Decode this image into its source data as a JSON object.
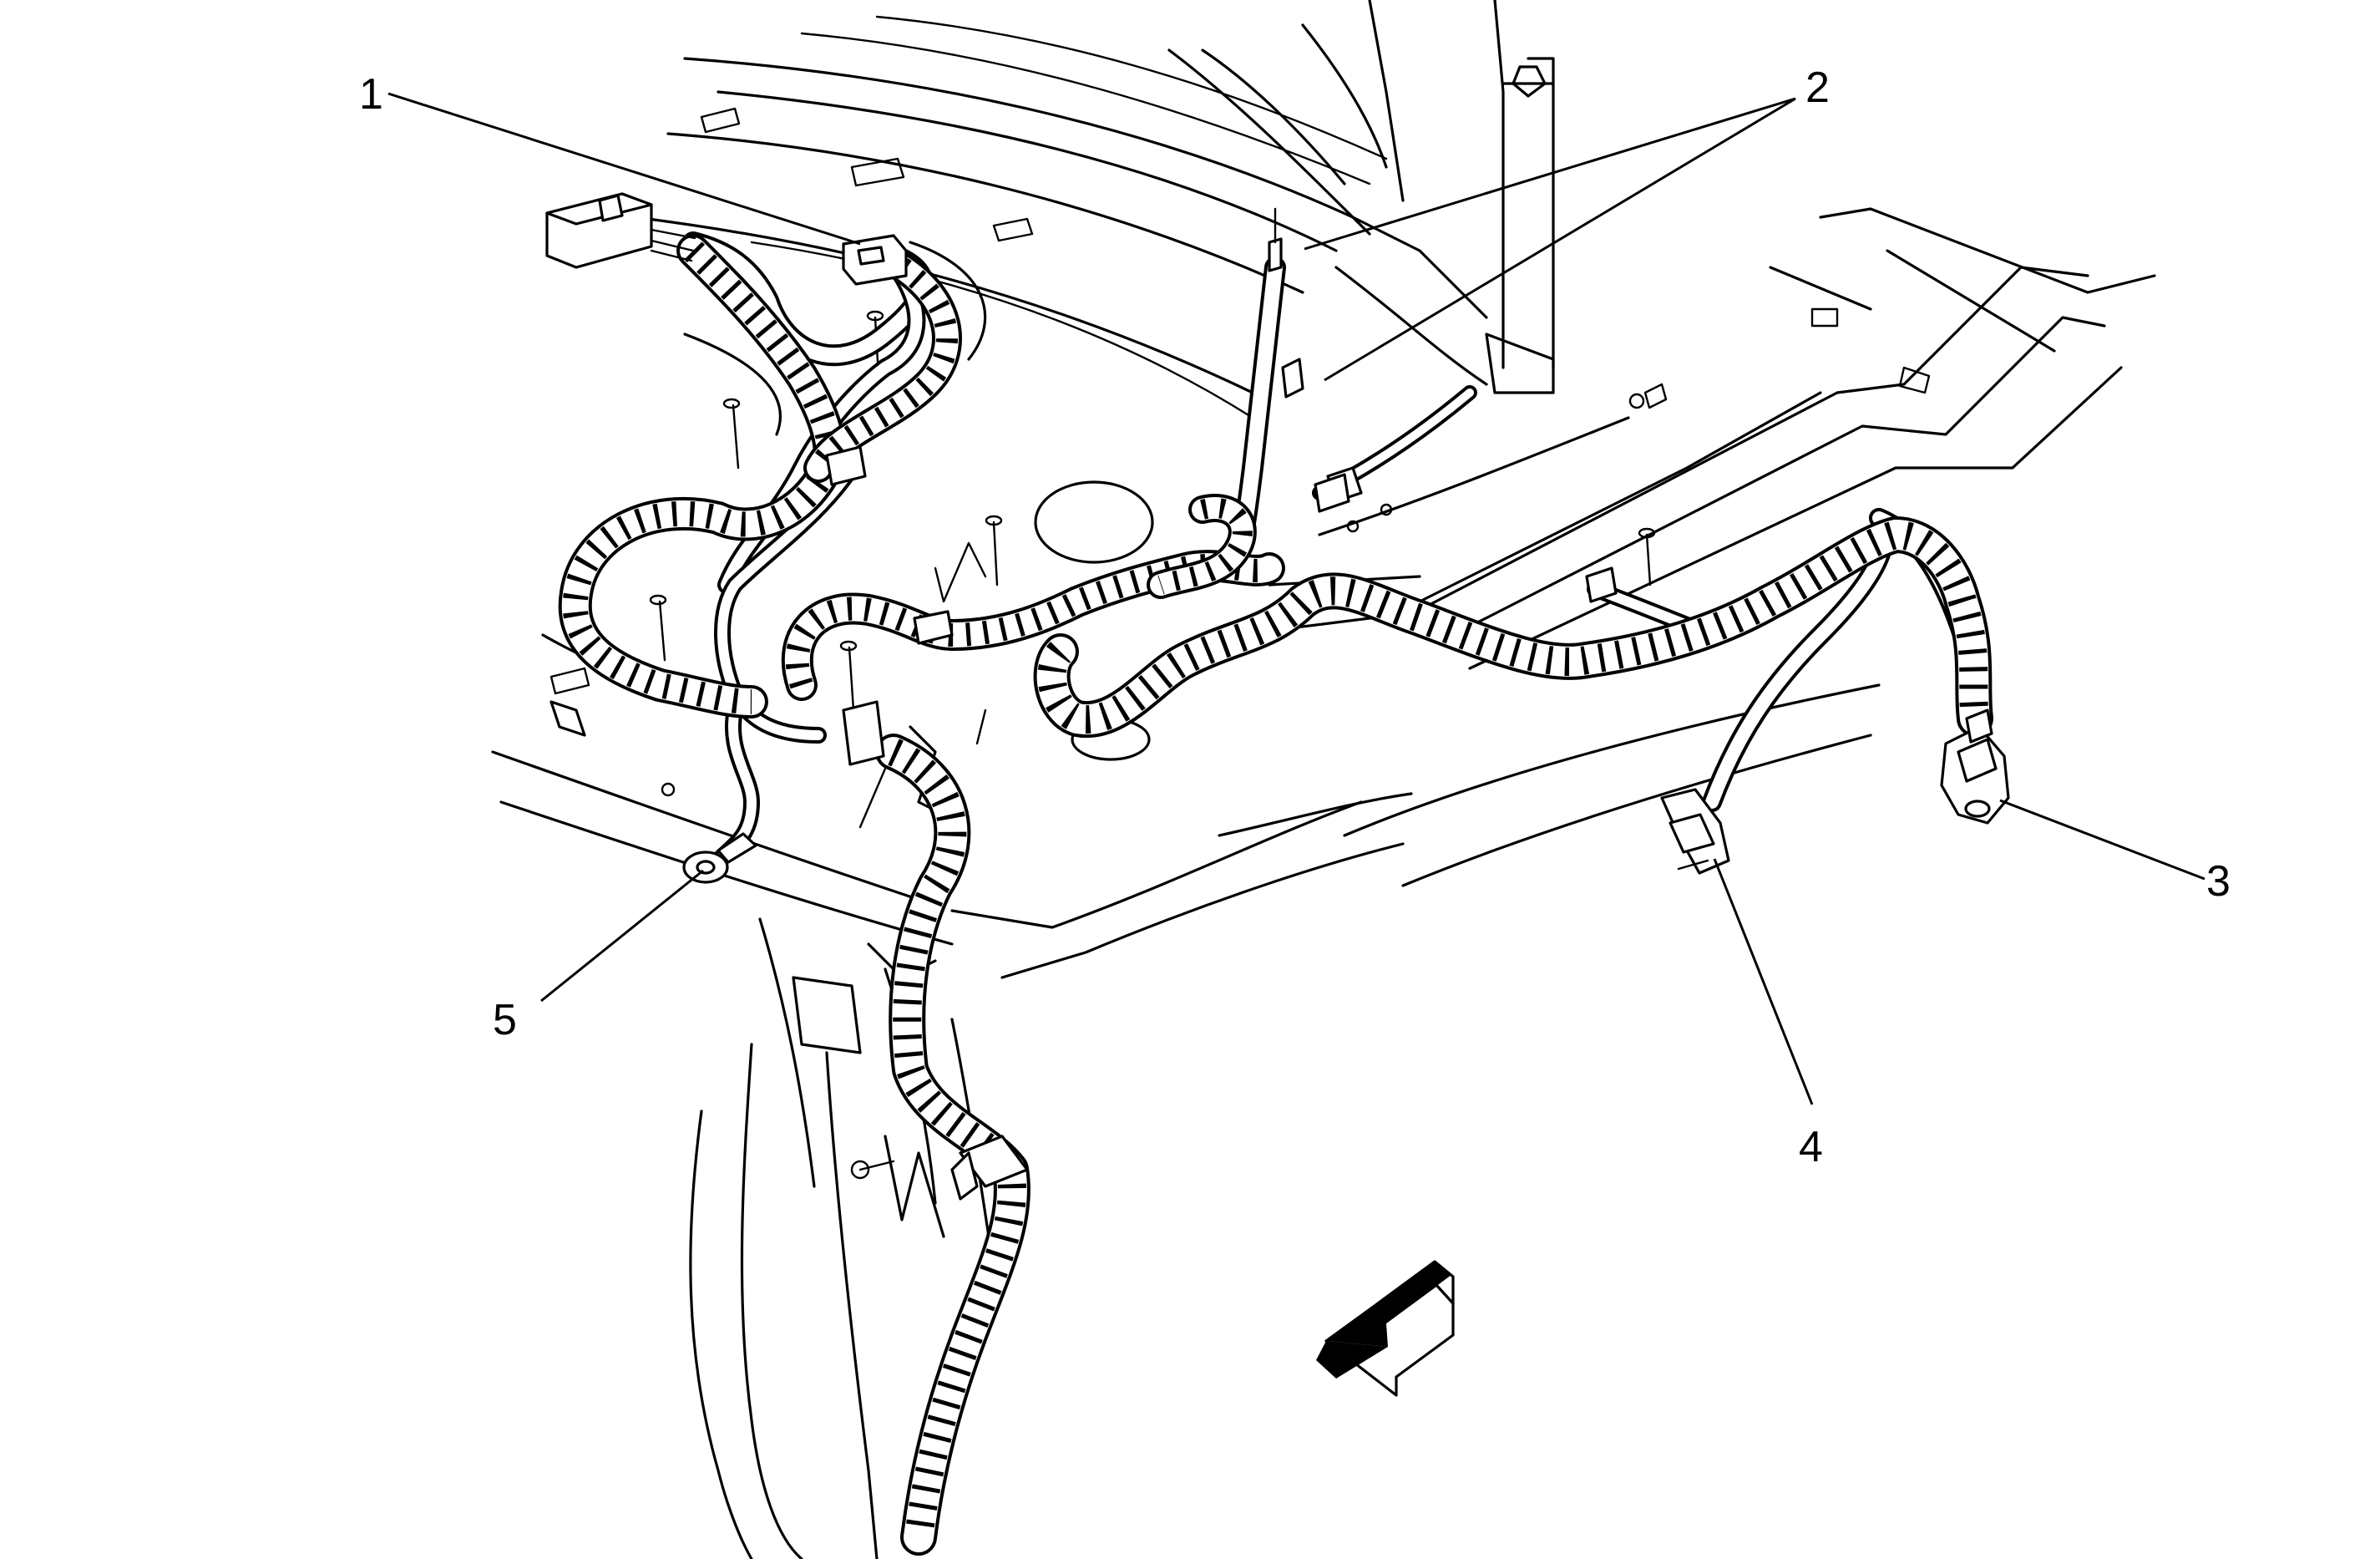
{
  "callouts": [
    {
      "id": "1",
      "label": "1"
    },
    {
      "id": "2",
      "label": "2"
    },
    {
      "id": "3",
      "label": "3"
    },
    {
      "id": "4",
      "label": "4"
    },
    {
      "id": "5",
      "label": "5"
    }
  ],
  "components": [
    {
      "callout": "1",
      "icon": "harness-connector-icon"
    },
    {
      "callout": "2",
      "icon": "harness-retainer-icon"
    },
    {
      "callout": "3",
      "icon": "sensor-connector-icon"
    },
    {
      "callout": "4",
      "icon": "harness-connector-icon"
    },
    {
      "callout": "5",
      "icon": "ground-terminal-icon"
    }
  ],
  "direction_arrow": {
    "icon": "vehicle-front-arrow-icon"
  }
}
